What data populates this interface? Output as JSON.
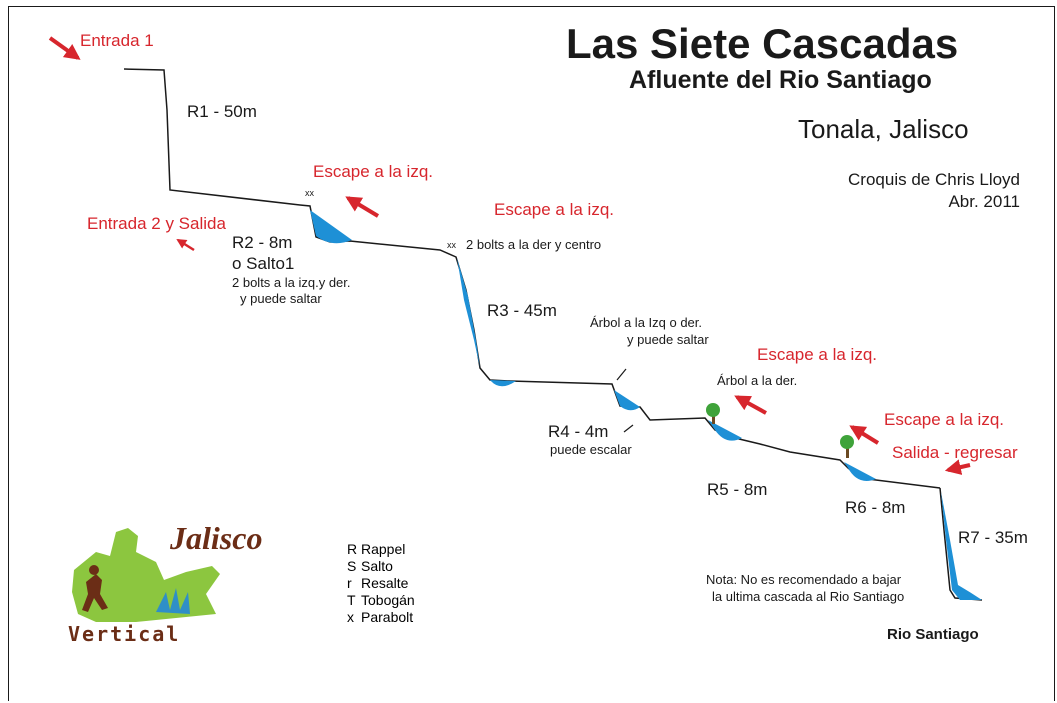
{
  "title": "Las Siete Cascadas",
  "subtitle": "Afluente del Rio Santiago",
  "location": "Tonala, Jalisco",
  "credit_line1": "Croquis de Chris Lloyd",
  "credit_line2": "Abr. 2011",
  "entrances": {
    "entrada1": "Entrada 1",
    "entrada2": "Entrada 2 y Salida"
  },
  "escapes": {
    "e1": "Escape a la izq.",
    "e2": "Escape a la izq.",
    "e3": "Escape a la izq.",
    "e4": "Escape a la izq.",
    "salida": "Salida - regresar"
  },
  "rappels": {
    "r1": "R1 - 50m",
    "r2_line1": "R2 - 8m",
    "r2_line2": "o Salto1",
    "r2_note1": "2 bolts a la izq.y der.",
    "r2_note2": "y puede saltar",
    "r3": "R3 - 45m",
    "r3_bolts": "2 bolts a la der y  centro",
    "r4": "R4 - 4m",
    "r4_note": "puede escalar",
    "r4_tree1": "Árbol a la Izq o der.",
    "r4_tree2": "y puede saltar",
    "r5": "R5 - 8m",
    "r5_tree": "Árbol a la der.",
    "r6": "R6 - 8m",
    "r7": "R7 - 35m"
  },
  "parabolt_marks": {
    "m1": "xx",
    "m2": "xx"
  },
  "legend": [
    {
      "key": "R",
      "label": "Rappel"
    },
    {
      "key": "S",
      "label": "Salto"
    },
    {
      "key": "r",
      "label": "Resalte"
    },
    {
      "key": "T",
      "label": "Tobogán"
    },
    {
      "key": "x",
      "label": "Parabolt"
    }
  ],
  "note_line1": "Nota: No es recomendado a bajar",
  "note_line2": "la ultima cascada al Rio Santiago",
  "river": "Rio Santiago",
  "logo": {
    "word1": "Jalisco",
    "word2": "Vertical"
  },
  "colors": {
    "accent_red": "#d7262d",
    "water_blue": "#1e90d6",
    "ink": "#1a1a1a",
    "logo_green": "#8cc63f",
    "logo_brown": "#6b2d16"
  }
}
